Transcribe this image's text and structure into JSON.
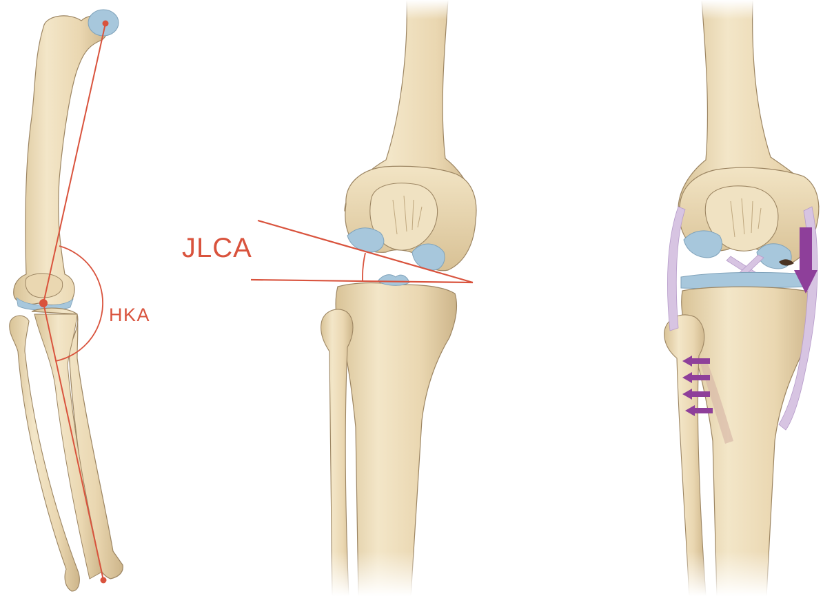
{
  "labels": {
    "jlca": "JLCA",
    "hka": "HKA"
  },
  "colors": {
    "background": "#ffffff",
    "bone": "#eddcb8",
    "bone_shadow": "#cdb58a",
    "bone_outline": "#9c8562",
    "cartilage": "#a7c7dc",
    "annotation": "#d9533d",
    "ligament": "#d7c4e2",
    "ligament_edge": "#b59ac9",
    "arrow": "#8e3f9a"
  },
  "panels": [
    {
      "name": "full-leg-alignment",
      "annotation": "HKA"
    },
    {
      "name": "knee-joint-line-angle",
      "annotation": "JLCA"
    },
    {
      "name": "knee-ligament-laxity",
      "annotation": ""
    }
  ]
}
